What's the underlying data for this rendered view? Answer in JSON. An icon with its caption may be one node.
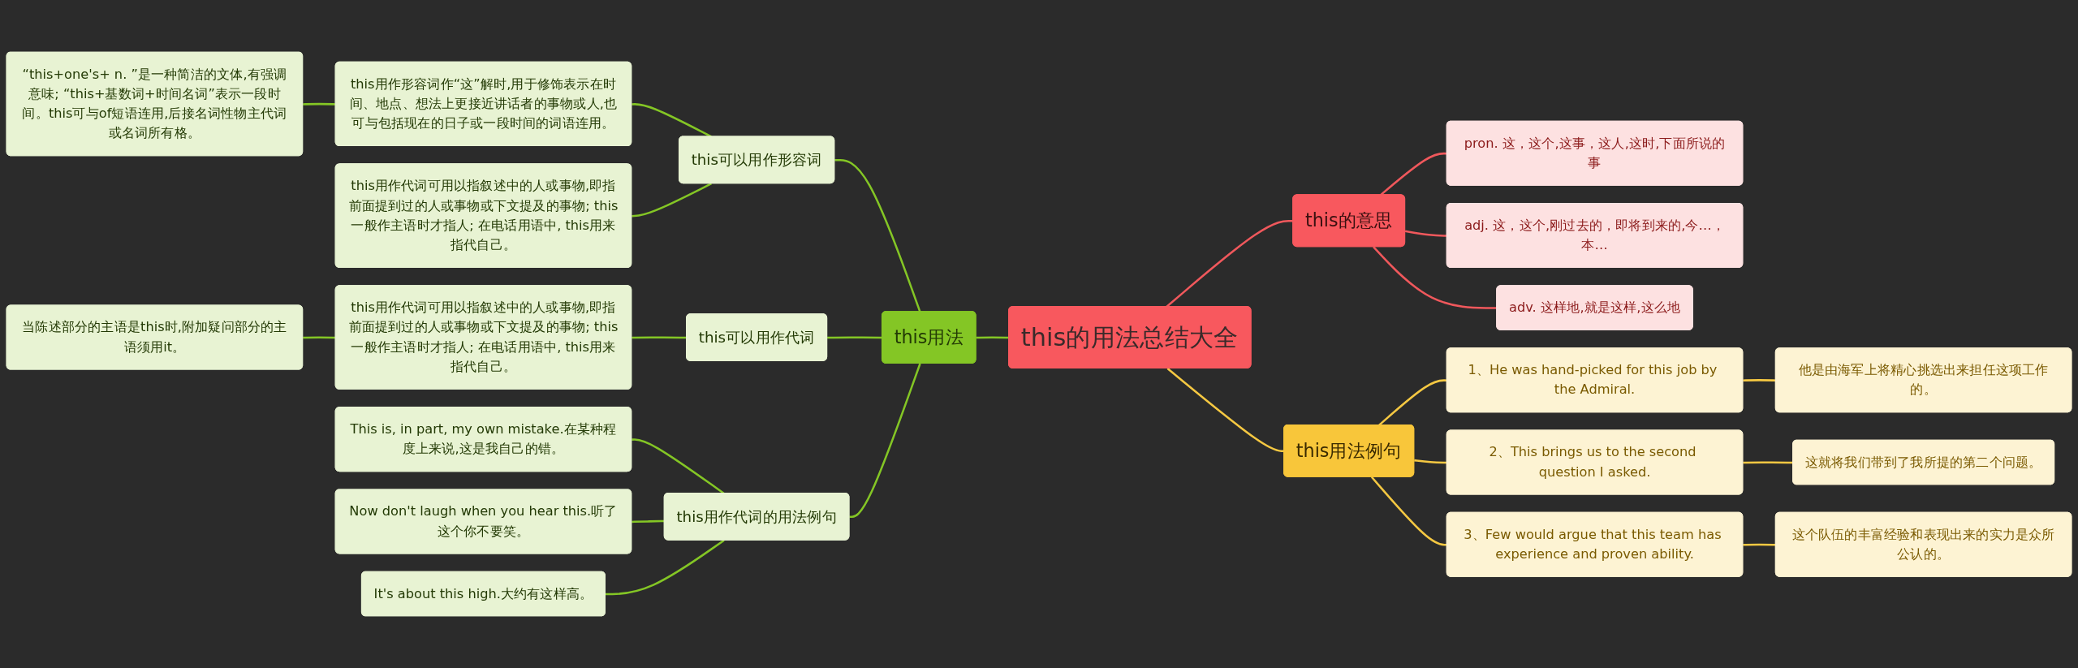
{
  "diagram": {
    "nodes": [
      {
        "text": [
          "this的用法总结大全"
        ]
      },
      {
        "text": [
          "this用法"
        ]
      },
      {
        "text": [
          "this可以用作形容词"
        ]
      },
      {
        "text": [
          "this用作形容词作“这”解时,用于修饰表示在时间、地点、想法上更接近讲话者的事物或人,也可与包括现在的日子或一段时间的词语连用。"
        ]
      },
      {
        "text": [
          "“this+one's+ n. ”是一种简洁的文体,有强调意味; “this+基数词+时间名词”表示一段时间。this可与of短语连用,后接名词性物主代词或名词所有格。"
        ]
      },
      {
        "text": [
          "this用作代词可用以指叙述中的人或事物,即指前面提到过的人或事物或下文提及的事物; this一般作主语时才指人; 在电话用语中, this用来指代自己。"
        ]
      },
      {
        "text": [
          "this可以用作代词"
        ]
      },
      {
        "text": [
          "this用作代词可用以指叙述中的人或事物,即指前面提到过的人或事物或下文提及的事物; this一般作主语时才指人; 在电话用语中, this用来指代自己。"
        ]
      },
      {
        "text": [
          "当陈述部分的主语是this时,附加疑问部分的主语须用it。"
        ]
      },
      {
        "text": [
          "this用作代词的用法例句"
        ]
      },
      {
        "text": [
          "This is, in part, my own mistake.在某种程度上来说,这是我自己的错。"
        ]
      },
      {
        "text": [
          "Now don't laugh when you hear this.听了这个你不要笑。"
        ]
      },
      {
        "text": [
          "It's about this high.大约有这样高。"
        ]
      },
      {
        "text": [
          "this的意思"
        ]
      },
      {
        "text": [
          "pron. 这，这个,这事，这人,这时,下面所说的事"
        ]
      },
      {
        "text": [
          "adj. 这，这个,刚过去的，即将到来的,今…，本…"
        ]
      },
      {
        "text": [
          "adv. 这样地,就是这样,这么地"
        ]
      },
      {
        "text": [
          "this用法例句"
        ]
      },
      {
        "text": [
          "1、He was hand-picked for this job by the Admiral."
        ]
      },
      {
        "text": [
          "他是由海军上将精心挑选出来担任这项工作的。"
        ]
      },
      {
        "text": [
          "2、This brings us to the second question I asked."
        ]
      },
      {
        "text": [
          "这就将我们带到了我所提的第二个问题。"
        ]
      },
      {
        "text": [
          "3、Few would argue that this team has experience and proven ability."
        ]
      },
      {
        "text": [
          "这个队伍的丰富经验和表现出来的实力是众所公认的。"
        ]
      }
    ],
    "edges": [
      {
        "from": 1,
        "to": 0,
        "arrow": "none"
      },
      {
        "from": 2,
        "to": 1,
        "arrow": "none"
      },
      {
        "from": 3,
        "to": 2,
        "arrow": "none"
      },
      {
        "from": 4,
        "to": 3,
        "arrow": "none"
      },
      {
        "from": 5,
        "to": 2,
        "arrow": "none"
      },
      {
        "from": 6,
        "to": 1,
        "arrow": "none"
      },
      {
        "from": 7,
        "to": 6,
        "arrow": "none"
      },
      {
        "from": 8,
        "to": 7,
        "arrow": "none"
      },
      {
        "from": 9,
        "to": 1,
        "arrow": "none"
      },
      {
        "from": 10,
        "to": 9,
        "arrow": "none"
      },
      {
        "from": 11,
        "to": 9,
        "arrow": "none"
      },
      {
        "from": 12,
        "to": 9,
        "arrow": "none"
      },
      {
        "from": 0,
        "to": 13,
        "arrow": "none",
        "color": "#f0585c"
      },
      {
        "from": 13,
        "to": 14,
        "arrow": "none",
        "color": "#f0585c"
      },
      {
        "from": 13,
        "to": 15,
        "arrow": "none",
        "color": "#f0585c"
      },
      {
        "from": 13,
        "to": 16,
        "arrow": "none",
        "color": "#f0585c"
      },
      {
        "from": 0,
        "to": 17,
        "arrow": "none",
        "color": "#f5c842"
      },
      {
        "from": 17,
        "to": 18,
        "arrow": "none",
        "color": "#f5c842"
      },
      {
        "from": 17,
        "to": 20,
        "arrow": "none",
        "color": "#f5c842"
      },
      {
        "from": 17,
        "to": 22,
        "arrow": "none",
        "color": "#f5c842"
      },
      {
        "from": 18,
        "to": 19,
        "arrow": "none",
        "color": "#f5c842"
      },
      {
        "from": 20,
        "to": 21,
        "arrow": "none",
        "color": "#f5c842"
      },
      {
        "from": 22,
        "to": 23,
        "arrow": "none",
        "color": "#f5c842"
      }
    ]
  }
}
